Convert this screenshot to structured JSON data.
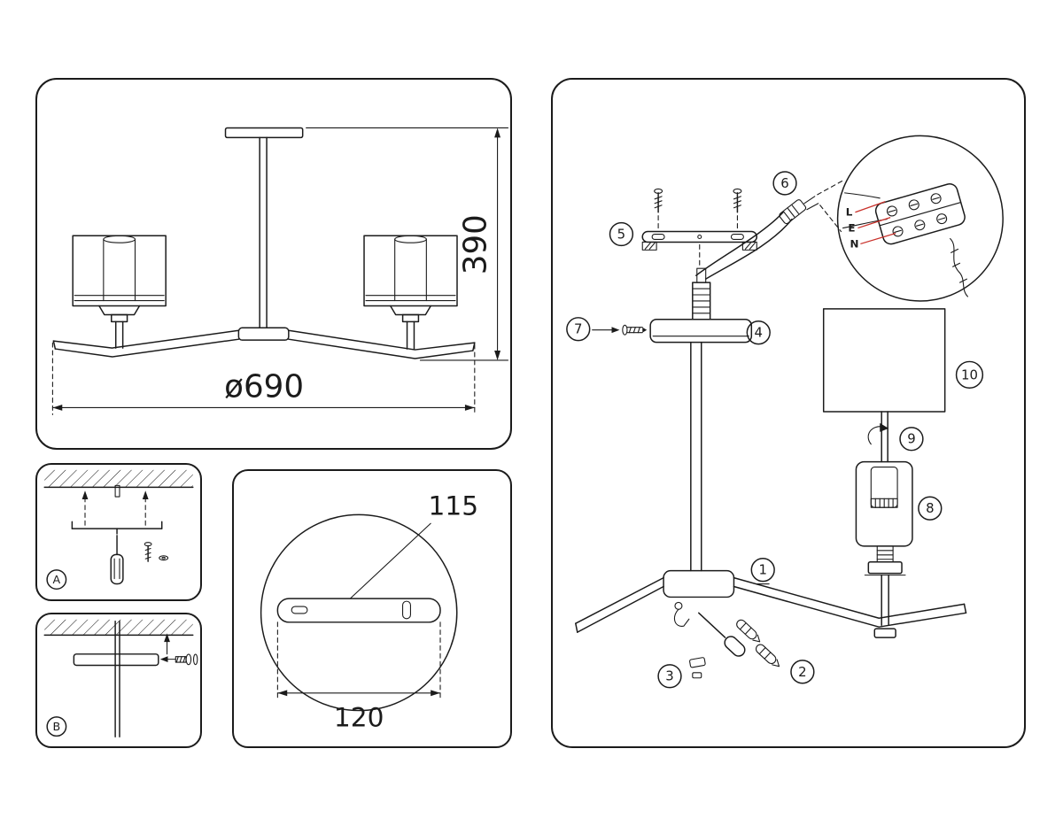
{
  "colors": {
    "line": "#1b1b1b",
    "wire_leader_red": "#c9312b",
    "background": "#ffffff"
  },
  "front_view": {
    "height_dim": "390",
    "diameter_dim": "ø690"
  },
  "bracket_detail": {
    "top_dim": "115",
    "bottom_dim": "120"
  },
  "steps": {
    "a": "A",
    "b": "B"
  },
  "exploded": {
    "callouts": [
      "1",
      "2",
      "3",
      "4",
      "5",
      "6",
      "7",
      "8",
      "9",
      "10"
    ],
    "wire_labels": [
      "L",
      "E",
      "N"
    ]
  }
}
